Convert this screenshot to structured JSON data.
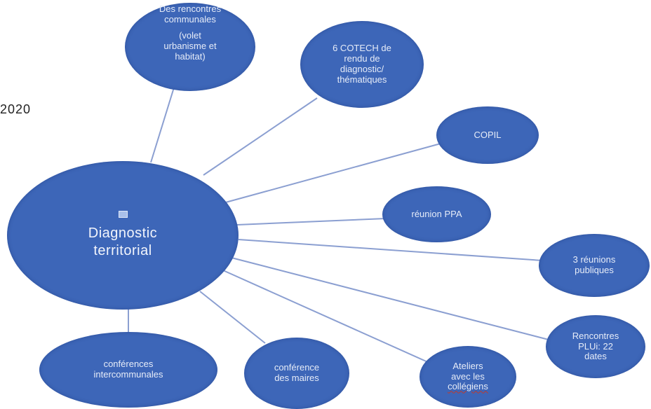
{
  "year_label": "2020",
  "center": {
    "line1": "Diagnostic",
    "line2": "territorial",
    "icon": "image-placeholder-icon"
  },
  "nodes": {
    "rencontres_communales": {
      "lines": [
        "Des rencontres",
        "communales",
        "(volet",
        "urbanisme et",
        "habitat)"
      ]
    },
    "cotech": {
      "lines": [
        "6 COTECH de",
        "rendu de",
        "diagnostic/",
        "thématiques"
      ]
    },
    "copil": {
      "lines": [
        "COPIL"
      ]
    },
    "reunion_ppa": {
      "lines": [
        "réunion PPA"
      ]
    },
    "reunions_publiques": {
      "lines": [
        "3 réunions",
        "publiques"
      ]
    },
    "rencontres_plui": {
      "lines": [
        "Rencontres",
        "PLUi: 22",
        "dates"
      ]
    },
    "ateliers": {
      "lines": [
        "Ateliers",
        "avec les",
        "collégiens"
      ]
    },
    "conference_maires": {
      "lines": [
        "conférence",
        "des maires"
      ]
    },
    "conferences_intercommunales": {
      "lines": [
        "conférences",
        "intercommunales"
      ]
    }
  },
  "colors": {
    "node_fill": "#3d66b8",
    "link_stroke": "#8b9fd1",
    "text": "#e6ecf8"
  }
}
